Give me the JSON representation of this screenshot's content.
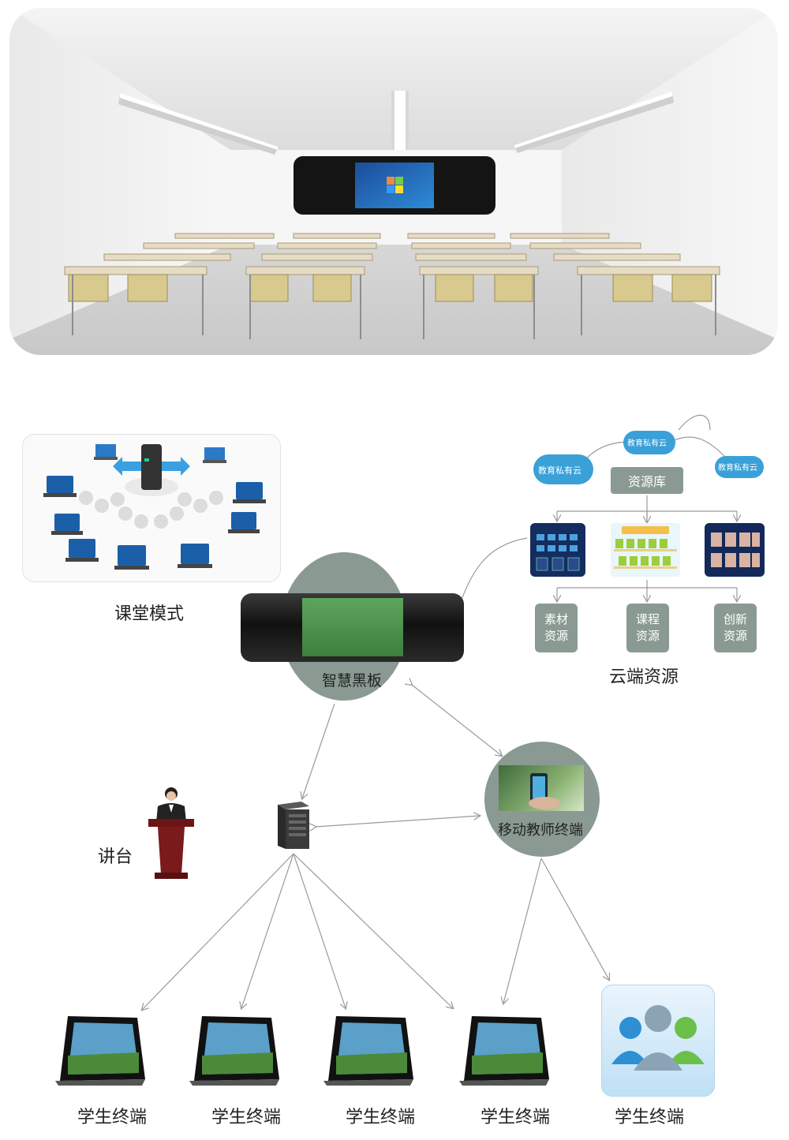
{
  "classroom_photo": {
    "alt": ""
  },
  "classroom_mode": {
    "label": "课堂模式"
  },
  "smart_board": {
    "label": "智慧黑板"
  },
  "cloud": {
    "clouds": [
      "教育私有云",
      "教育私有云",
      "教育私有云"
    ],
    "library_label": "资源库",
    "resources": [
      {
        "line1": "素材",
        "line2": "资源"
      },
      {
        "line1": "课程",
        "line2": "资源"
      },
      {
        "line1": "创新",
        "line2": "资源"
      }
    ],
    "caption": "云端资源"
  },
  "podium": {
    "label": "讲台"
  },
  "mobile_teacher": {
    "label": "移动教师终端"
  },
  "students": [
    {
      "label": "学生终端"
    },
    {
      "label": "学生终端"
    },
    {
      "label": "学生终端"
    },
    {
      "label": "学生终端"
    },
    {
      "label": "学生终端"
    }
  ],
  "colors": {
    "accent_circle": "#8a9a92",
    "line": "#9a9a9a",
    "board_green": "#4a8f4a"
  }
}
